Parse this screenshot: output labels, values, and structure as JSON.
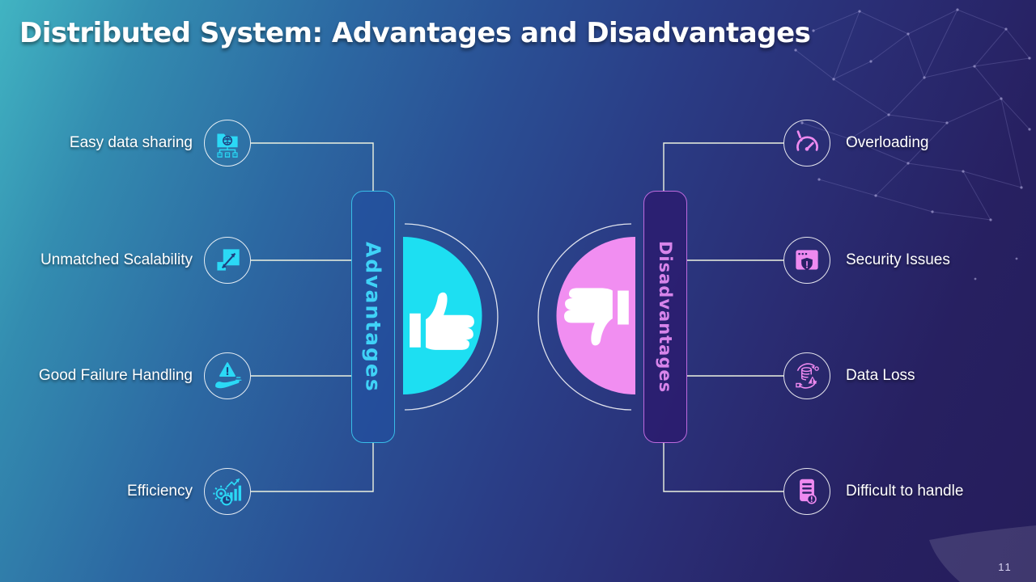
{
  "slide": {
    "title": "Distributed System: Advantages and Disadvantages",
    "page_number": "11"
  },
  "advantages": {
    "label": "Advantages",
    "center_icon": "thumbs-up-icon",
    "accent_color": "#1ddff2",
    "items": [
      {
        "label": "Easy data sharing",
        "icon": "data-sharing-icon"
      },
      {
        "label": "Unmatched Scalability",
        "icon": "scalability-icon"
      },
      {
        "label": "Good Failure Handling",
        "icon": "failure-handling-icon"
      },
      {
        "label": "Efficiency",
        "icon": "efficiency-icon"
      }
    ]
  },
  "disadvantages": {
    "label": "Disadvantages",
    "center_icon": "thumbs-down-icon",
    "accent_color": "#f18ef1",
    "items": [
      {
        "label": "Overloading",
        "icon": "overloading-icon"
      },
      {
        "label": "Security Issues",
        "icon": "security-issues-icon"
      },
      {
        "label": "Data Loss",
        "icon": "data-loss-icon"
      },
      {
        "label": "Difficult to handle",
        "icon": "difficult-to-handle-icon"
      }
    ]
  },
  "colors": {
    "background_left": "#41b4c2",
    "background_right": "#251d5b",
    "advantages_accent": "#1ddff2",
    "disadvantages_accent": "#f18ef1",
    "connector_line": "#edf2e0",
    "title_text": "#ffffff"
  }
}
